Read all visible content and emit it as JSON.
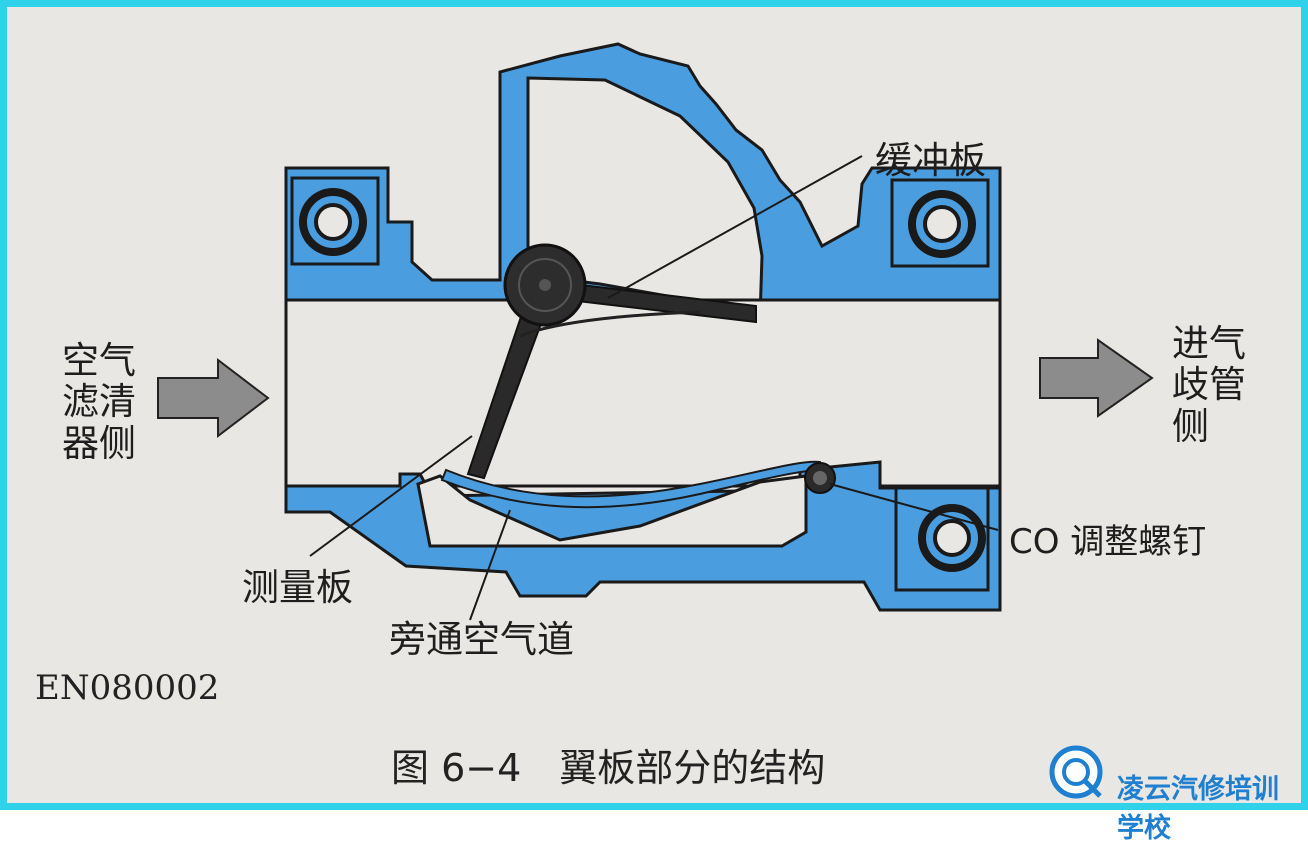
{
  "labels": {
    "inlet_side": "空气\n滤清\n器侧",
    "outlet_side": "进气\n歧管\n侧",
    "damper_plate": "缓冲板",
    "measuring_plate": "测量板",
    "bypass_passage": "旁通空气道",
    "co_screw": "CO 调整螺钉"
  },
  "code": "EN080002",
  "caption": "图 6−4　翼板部分的结构",
  "watermark": {
    "text": "凌云汽修培训学校",
    "icon": "magnifier-logo-icon"
  },
  "colors": {
    "housing": "#4a9ee0",
    "outline": "#1a1a1a",
    "paper": "#e9e7e3",
    "border": "#2fd2e8",
    "arrow": "#8c8c8c"
  }
}
